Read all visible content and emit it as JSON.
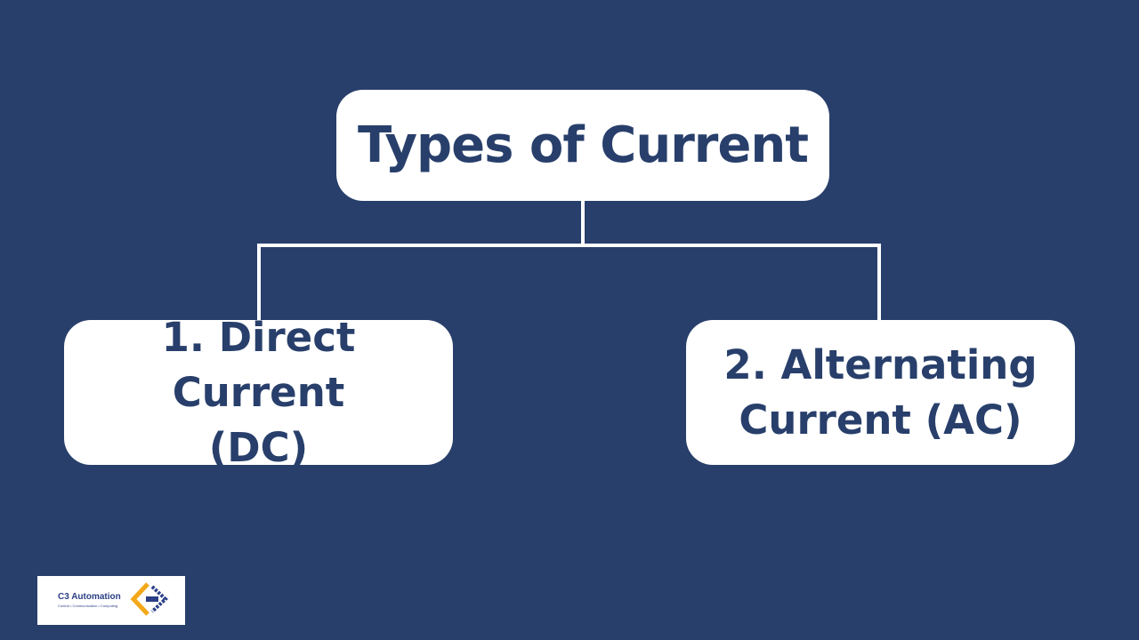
{
  "colors": {
    "background": "#283f6b",
    "node_fill": "#ffffff",
    "node_text": "#283f6b",
    "connector": "#ffffff",
    "logo_text": "#2b3f86",
    "logo_accent": "#f3a81a",
    "logo_arrow": "#2b3f86"
  },
  "root": {
    "label": "Types of Current"
  },
  "children": [
    {
      "line1": "1. Direct Current",
      "line2": "(DC)"
    },
    {
      "line1": "2. Alternating",
      "line2": "Current (AC)"
    }
  ],
  "logo": {
    "title": "C3 Automation",
    "tagline": "Control • Communication • Computing",
    "icon": "c3-chevron-arrow-icon"
  }
}
